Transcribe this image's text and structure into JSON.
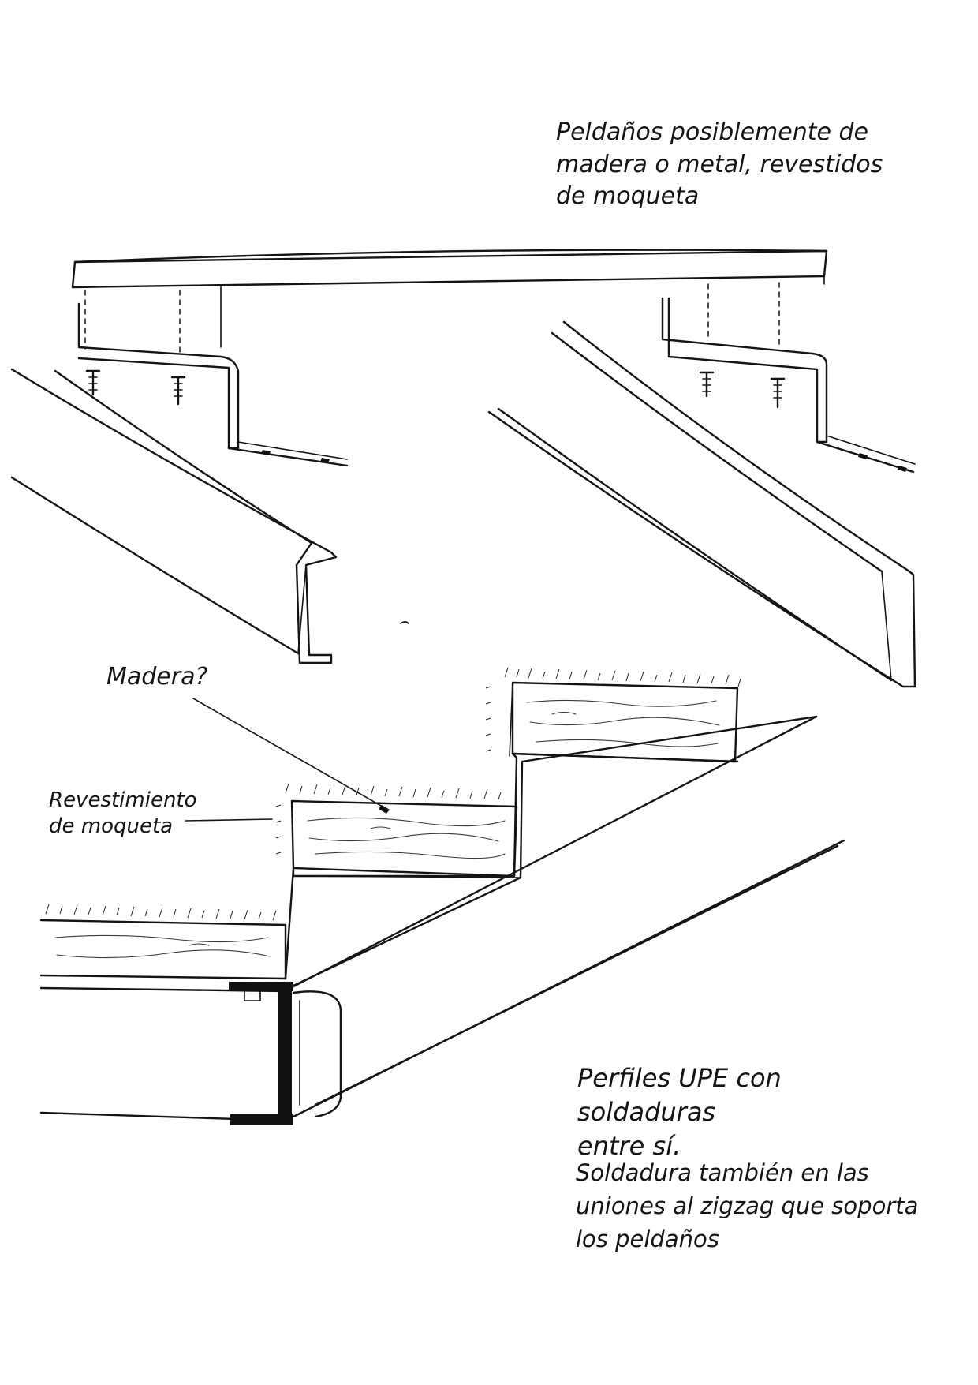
{
  "notes": {
    "top": "Peldaños posiblemente de\nmadera o metal, revestidos\nde moqueta",
    "madera": "Madera?",
    "revestimiento": "Revestimiento\nde moqueta",
    "perfiles": "Perfiles UPE con soldaduras\nentre sí.",
    "soldadura": "Soldadura también en las\nuniones al zigzag que soporta\nlos peldaños"
  },
  "colors": {
    "ink": "#141414",
    "paper": "#ffffff"
  }
}
